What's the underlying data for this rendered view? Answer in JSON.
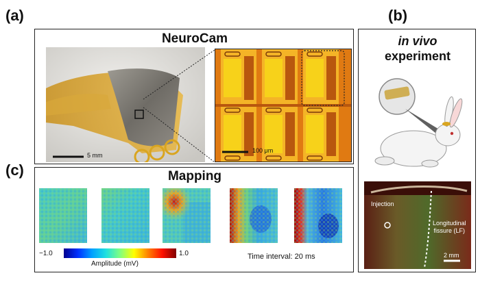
{
  "panels": {
    "a": {
      "label": "(a)",
      "title": "NeuroCam",
      "photo_scale": "5 mm",
      "micro_scale": "100 μm"
    },
    "b": {
      "label": "(b)",
      "title_italic": "in vivo",
      "title_rest": "experiment",
      "photo_labels": {
        "injection": "Injection",
        "fissure": "Longitudinal\nfissure (LF)",
        "scale": "2 mm"
      }
    },
    "c": {
      "label": "(c)",
      "title": "Mapping",
      "colorbar": {
        "min": "−1.0",
        "max": "1.0",
        "label": "Amplitude (mV)"
      },
      "interval": "Time interval: 20 ms"
    }
  },
  "colors": {
    "gold": "#d9a520",
    "chip_orange": "#e07a12",
    "pad_yellow": "#f7d21a"
  }
}
